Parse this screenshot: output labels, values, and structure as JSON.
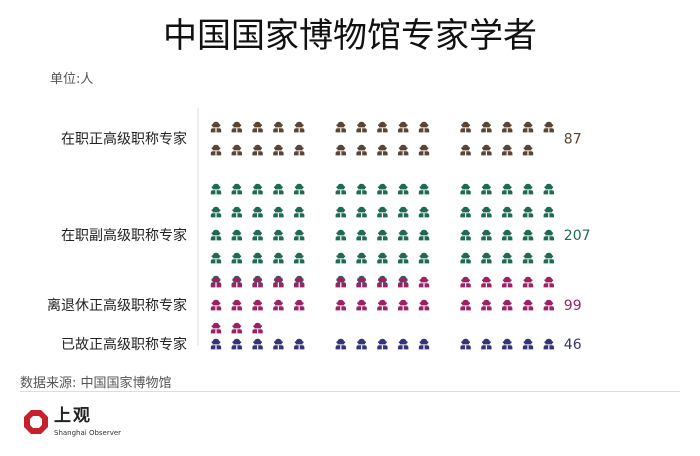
{
  "title": "中国国家博物馆专家学者",
  "unit_label": "单位:人",
  "source": "数据来源: 中国国家博物馆",
  "logo": {
    "name_cn": "上观",
    "name_en": "Shanghai Observer",
    "color": "#c8202a"
  },
  "chart_data": {
    "type": "pictogram",
    "unit": "人",
    "categories": [
      "在职正高级职称专家",
      "在职副高级职称专家",
      "离退休正高级职称专家",
      "已故正高级职称专家"
    ],
    "values": [
      87,
      207,
      99,
      46
    ],
    "colors": [
      "#5b4536",
      "#1f6a55",
      "#9a2265",
      "#35337a"
    ],
    "icon": "person-icon",
    "per_icon": 3,
    "icons_per_group": 5,
    "groups_per_row": 3
  }
}
